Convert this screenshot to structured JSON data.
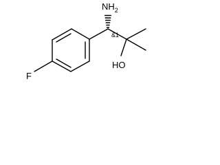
{
  "structure": {
    "labels": {
      "amine": "NH",
      "amine_subscript": "2",
      "hydroxyl": "HO",
      "fluorine": "F",
      "stereo_descriptor": "&1"
    }
  }
}
